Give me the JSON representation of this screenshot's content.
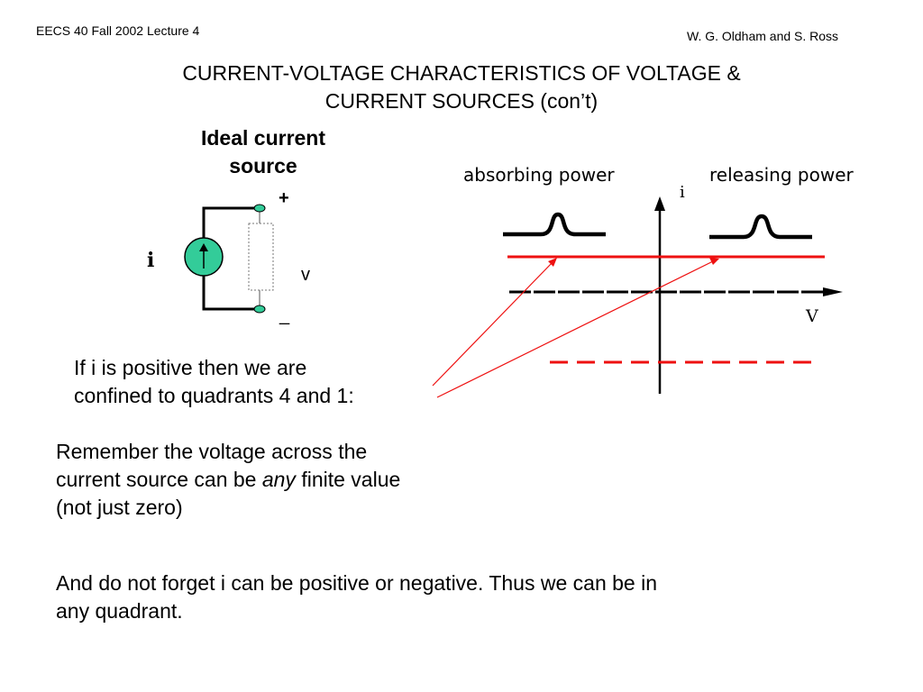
{
  "header": {
    "course": "EECS 40  Fall 2002   Lecture 4",
    "authors": "W. G. Oldham and S. Ross"
  },
  "slide": {
    "title_line1": "CURRENT-VOLTAGE CHARACTERISTICS OF VOLTAGE &",
    "title_line2": "CURRENT SOURCES   (con’t)"
  },
  "circuit": {
    "title_line1": "Ideal current",
    "title_line2": "source",
    "current_label": "i",
    "plus_label": "+",
    "voltage_label": "v",
    "minus_label": "_",
    "source_fill": "#33cc99"
  },
  "graph": {
    "label_absorbing": "absorbing power",
    "label_releasing": "releasing power",
    "axis_i": "i",
    "axis_v": "V",
    "line_color": "#ee1111"
  },
  "body": {
    "p1_line1": "If i is positive then we are",
    "p1_line2": "confined to quadrants 4 and 1:",
    "p2_line1": "Remember the voltage across the",
    "p2_line2_a": "current source can be ",
    "p2_line2_em": "any",
    "p2_line2_b": " finite value",
    "p2_line3": "(not just zero)",
    "p3_line1": "And do not forget i can be positive or negative.  Thus we can be in",
    "p3_line2": "any quadrant."
  }
}
